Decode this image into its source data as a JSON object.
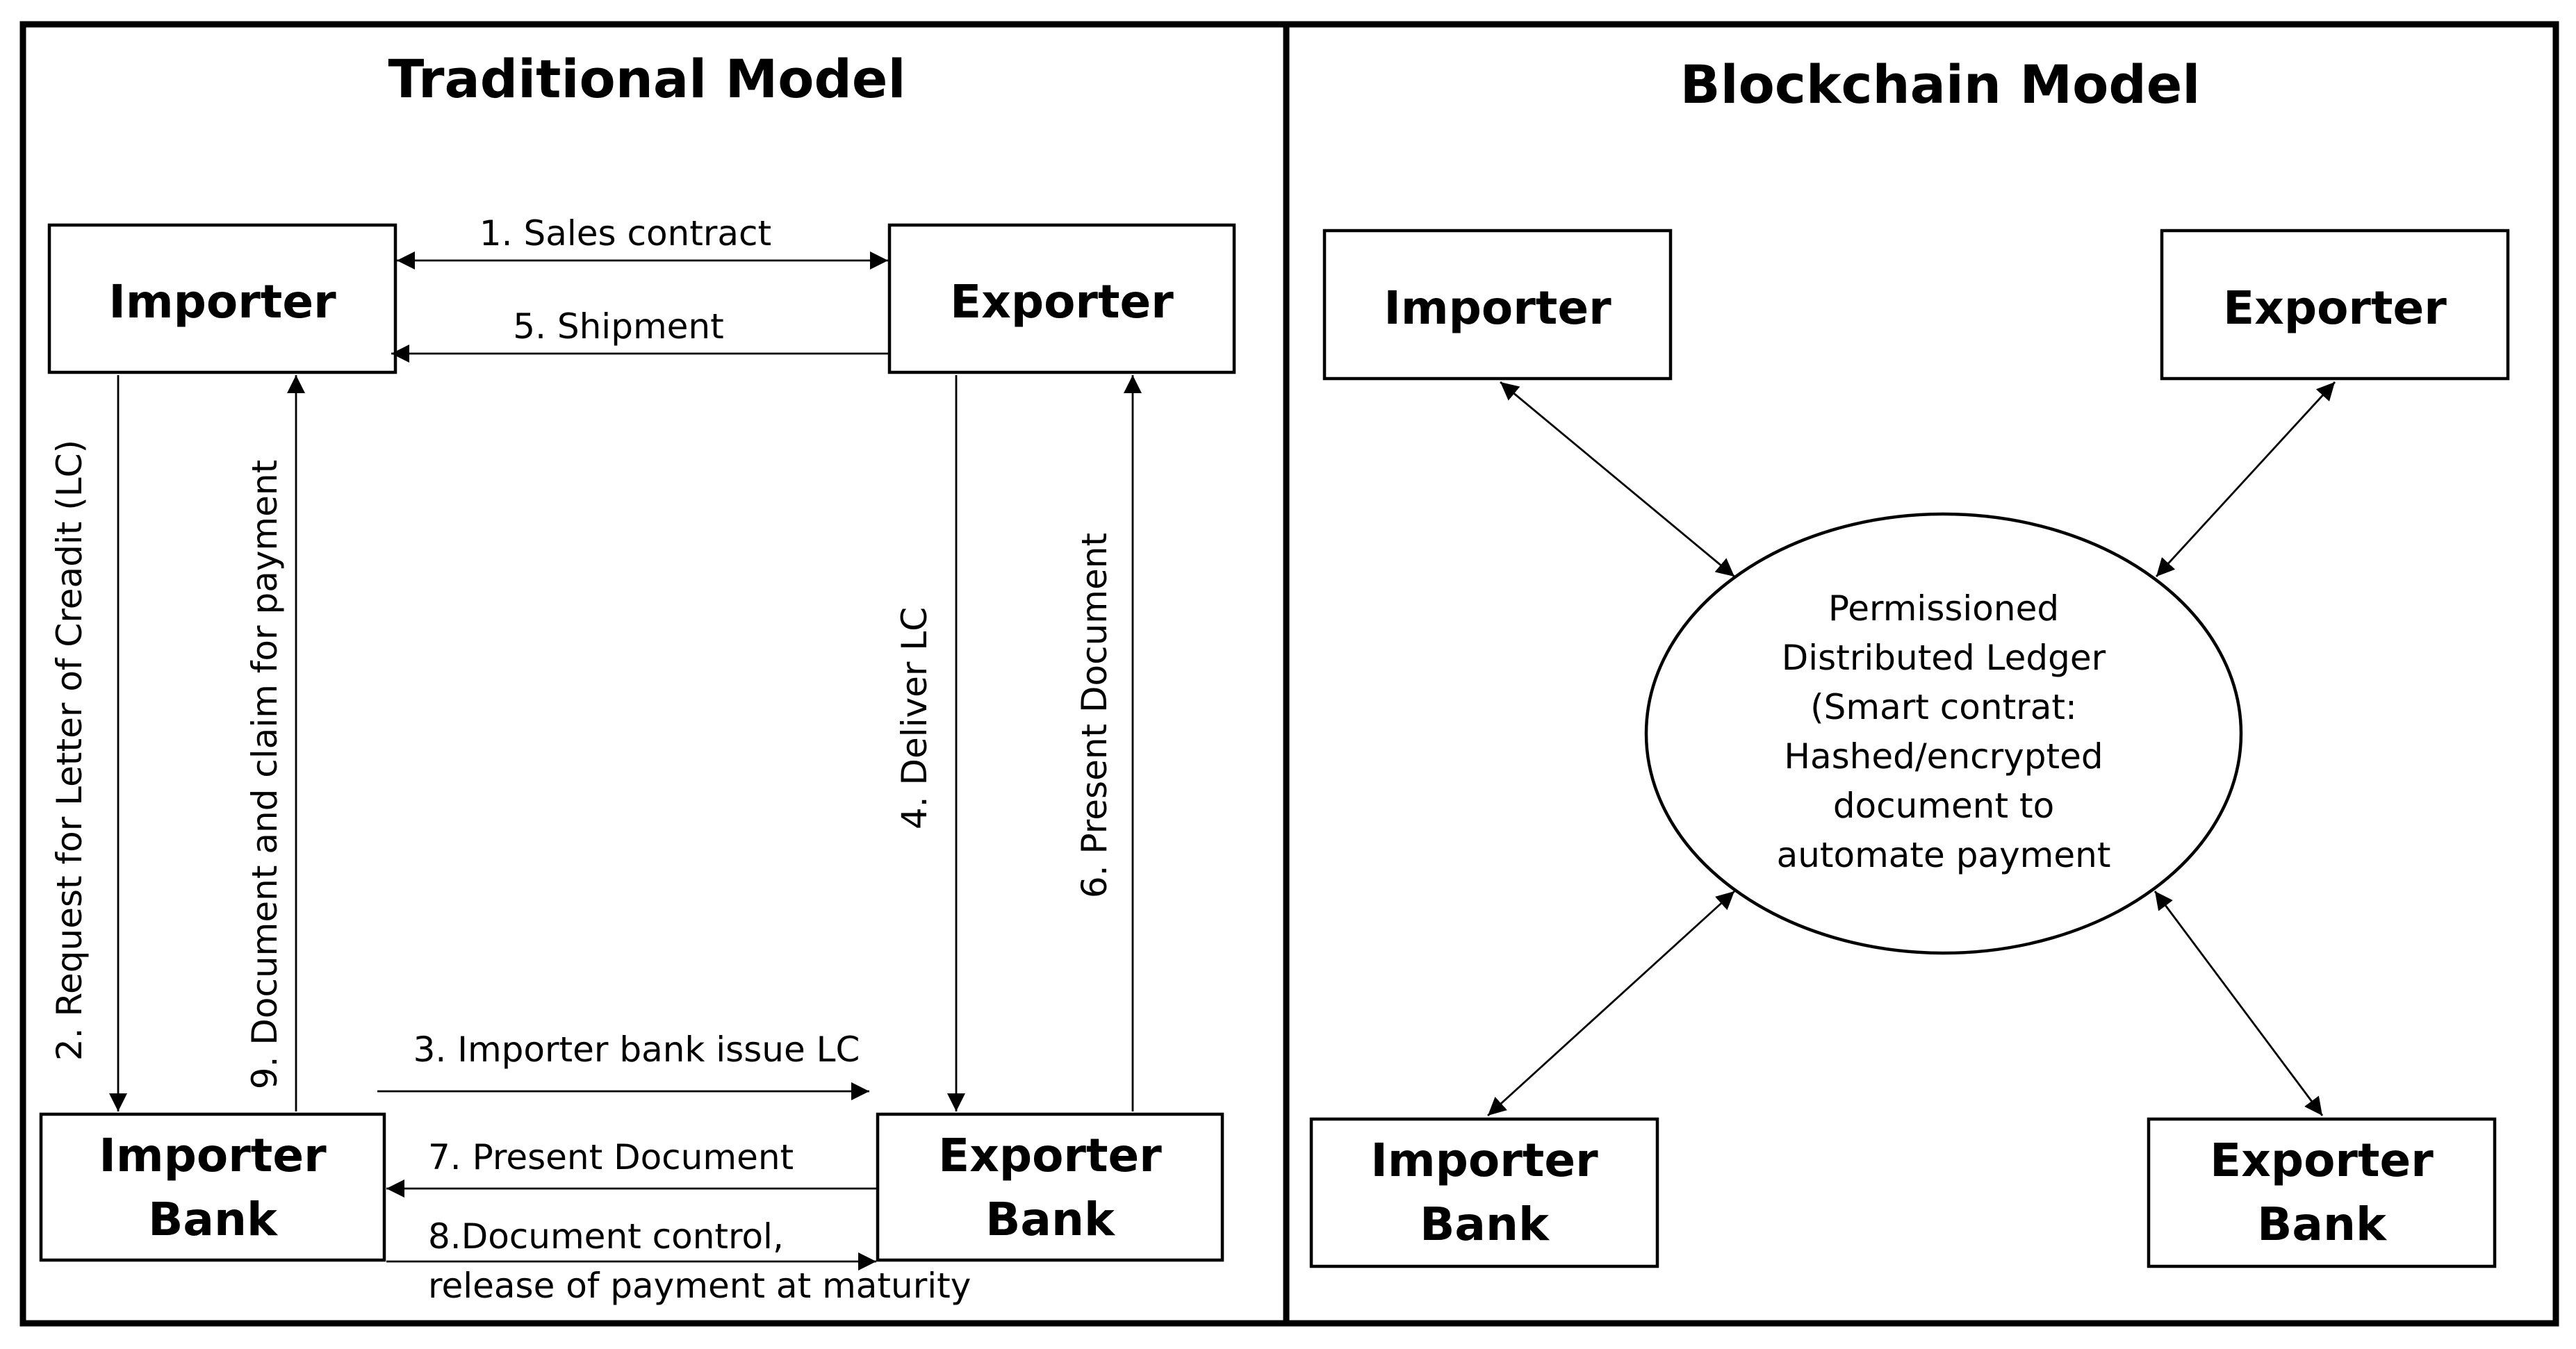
{
  "traditional": {
    "title": "Traditional Model",
    "nodes": {
      "importer": "Importer",
      "exporter": "Exporter",
      "importer_bank": [
        "Importer",
        "Bank"
      ],
      "exporter_bank": [
        "Exporter",
        "Bank"
      ]
    },
    "steps": {
      "s1": "1. Sales contract",
      "s2": "2. Request for Letter of Creadit (LC)",
      "s3": "3. Importer bank issue LC",
      "s4": "4. Deliver LC",
      "s5": "5. Shipment",
      "s6": "6. Present Document",
      "s7": "7.  Present Document",
      "s8": [
        "8.Document control,",
        "release of payment at maturity"
      ],
      "s9": "9. Document and claim for payment"
    }
  },
  "blockchain": {
    "title": "Blockchain Model",
    "nodes": {
      "importer": "Importer",
      "exporter": "Exporter",
      "importer_bank": [
        "Importer",
        "Bank"
      ],
      "exporter_bank": [
        "Exporter",
        "Bank"
      ]
    },
    "ledger_lines": [
      "Permissioned",
      "Distributed Ledger",
      "(Smart contrat:",
      "Hashed/encrypted",
      "document to",
      "automate payment"
    ]
  }
}
